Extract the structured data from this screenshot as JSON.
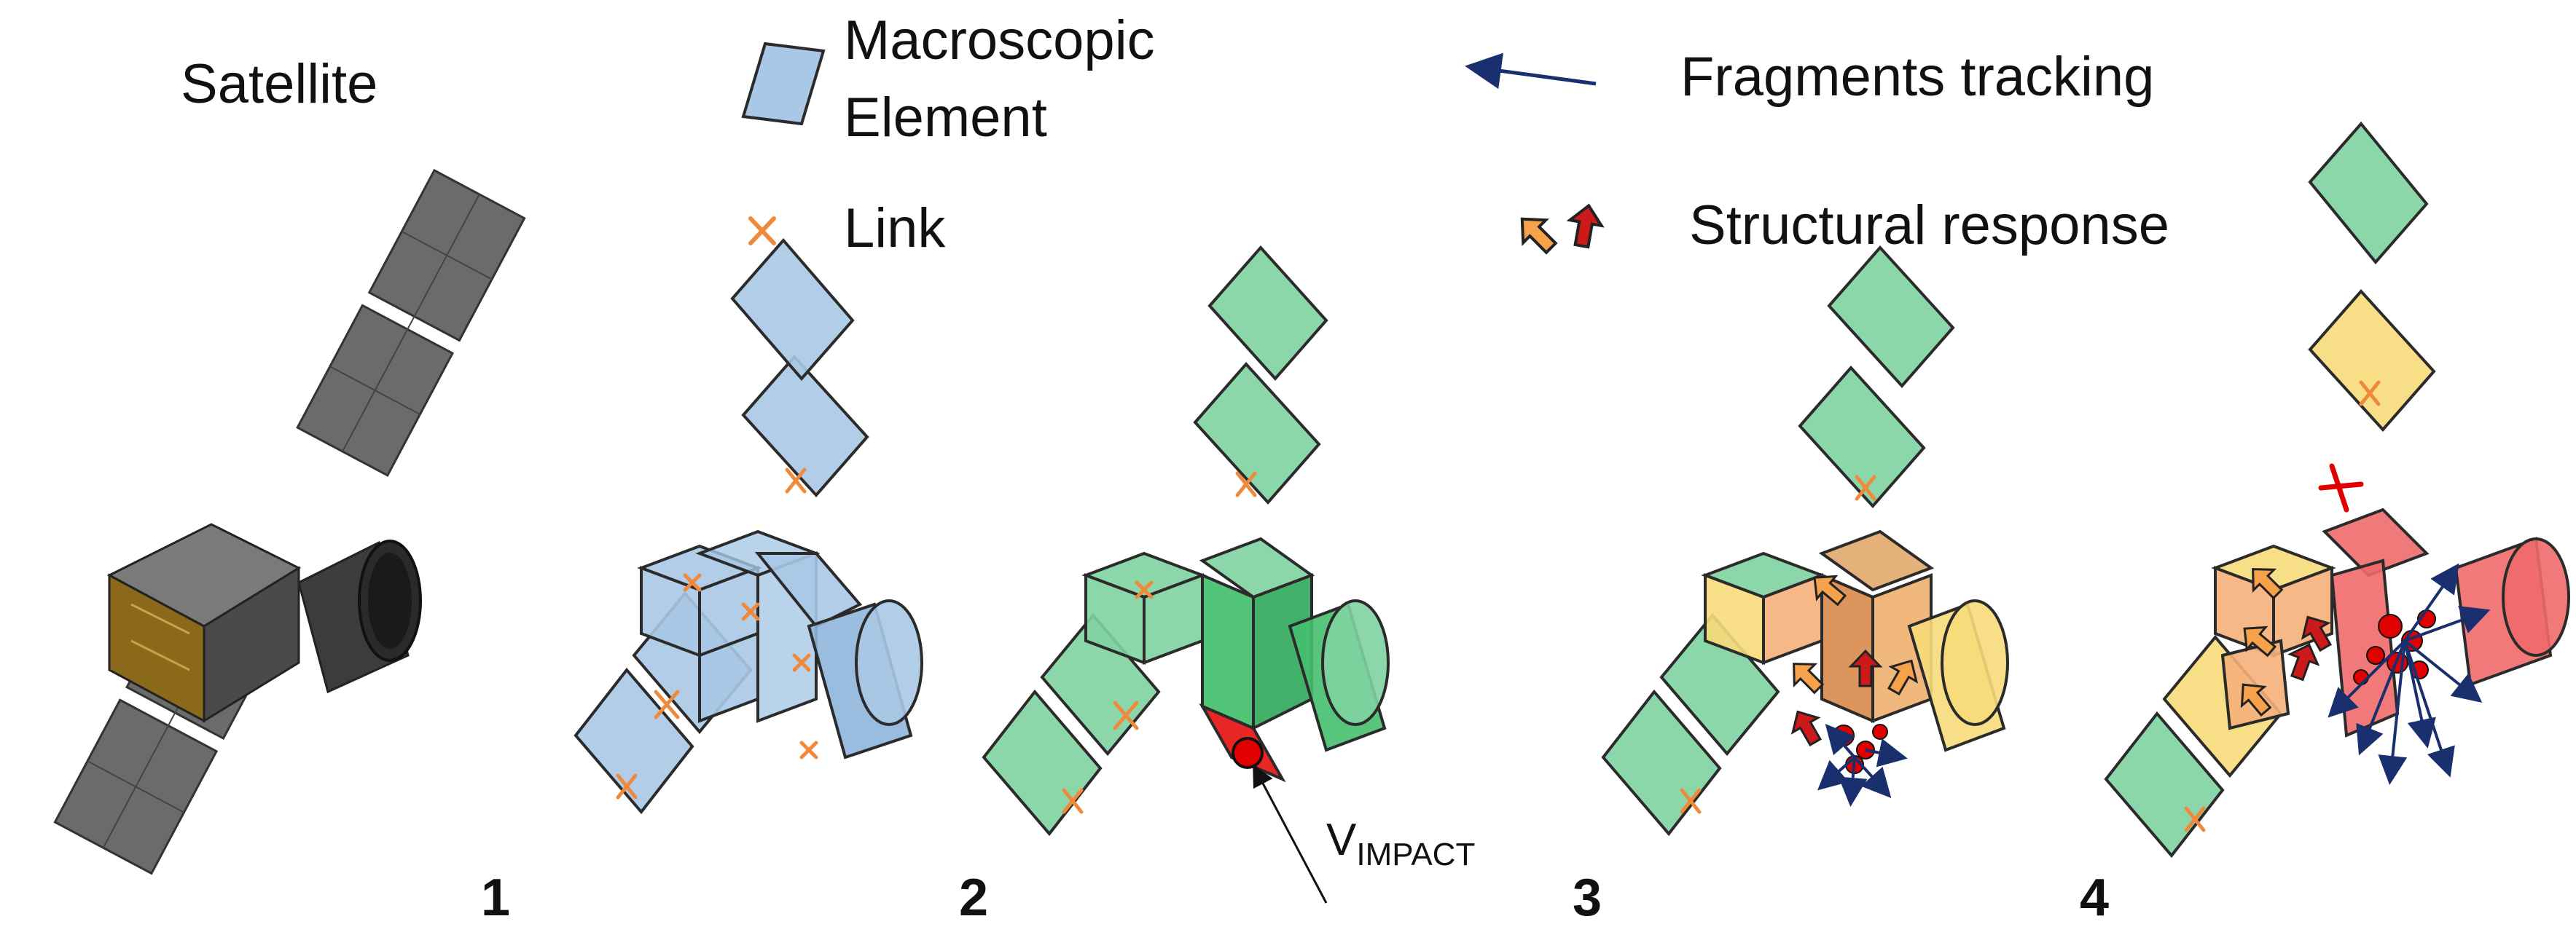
{
  "legend": {
    "satellite": "Satellite",
    "macroscopic_line1": "Macroscopic",
    "macroscopic_line2": "Element",
    "link": "Link",
    "fragments_tracking": "Fragments tracking",
    "structural_response": "Structural response"
  },
  "steps": {
    "s1": "1",
    "s2": "2",
    "s3": "3",
    "s4": "4"
  },
  "impact_label": {
    "main": "V",
    "sub": "IMPACT"
  },
  "colors": {
    "blue_element": "#a8c8e6",
    "blue_stroke": "#2b2b2b",
    "green_element": "#7fd3a0",
    "yellow_element": "#f7da7a",
    "orange_element": "#f5b07a",
    "red_element": "#f06a6a",
    "link_orange": "#ef8a3c",
    "fragment_arrow": "#1a2f6e",
    "impact_red": "#e00000",
    "satellite_body": "#5a5a5a",
    "satellite_gold": "#b8860b"
  },
  "icons": [
    "satellite-icon",
    "macroscopic-element-icon",
    "link-cross-icon",
    "fragment-arrow-icon",
    "structural-response-arrows-icon"
  ]
}
